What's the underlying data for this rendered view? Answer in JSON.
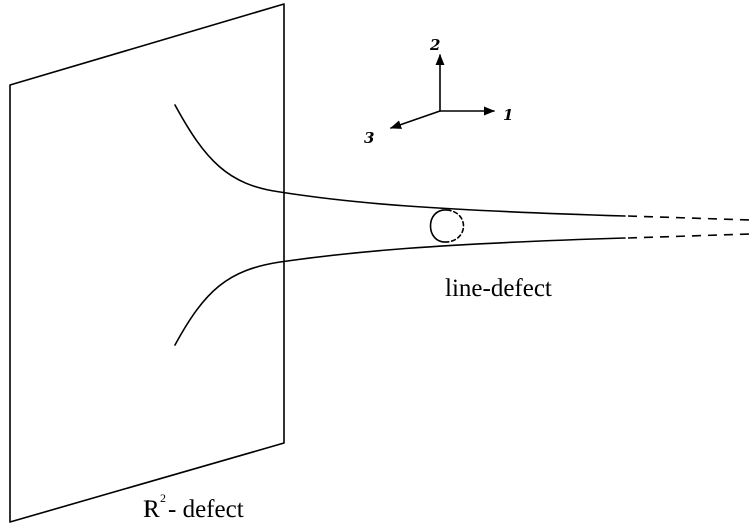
{
  "axes": {
    "x_label": "1",
    "y_label": "2",
    "z_label": "3"
  },
  "labels": {
    "line_defect": "line-defect",
    "plane_defect_symbol": "R",
    "plane_defect_power": "2",
    "plane_defect_suffix": "- defect"
  }
}
